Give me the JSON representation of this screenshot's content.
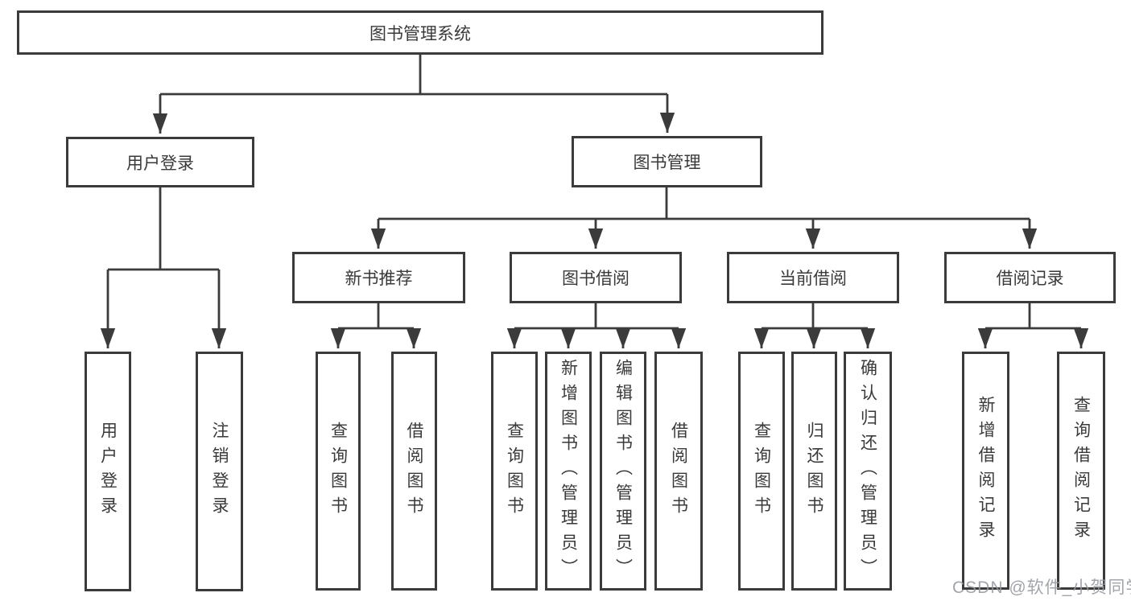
{
  "diagram": {
    "root": {
      "label": "图书管理系统"
    },
    "user_login": {
      "label": "用户登录",
      "children": [
        {
          "label": "用户登录"
        },
        {
          "label": "注销登录"
        }
      ]
    },
    "book_mgmt": {
      "label": "图书管理"
    },
    "new_book_rec": {
      "label": "新书推荐",
      "children": [
        {
          "label": "查询图书"
        },
        {
          "label": "借阅图书"
        }
      ]
    },
    "book_borrow": {
      "label": "图书借阅",
      "children": [
        {
          "label": "查询图书"
        },
        {
          "label": "新增图书（管理员）"
        },
        {
          "label": "编辑图书（管理员）"
        },
        {
          "label": "借阅图书"
        }
      ]
    },
    "current_borrow": {
      "label": "当前借阅",
      "children": [
        {
          "label": "查询图书"
        },
        {
          "label": "归还图书"
        },
        {
          "label": "确认归还（管理员）"
        }
      ]
    },
    "borrow_records": {
      "label": "借阅记录",
      "children": [
        {
          "label": "新增借阅记录"
        },
        {
          "label": "查询借阅记录"
        }
      ]
    },
    "colors": {
      "line": "#3b3b3b",
      "box_border": "#3b3b3b",
      "text": "#3a3a3a",
      "background": "#ffffff",
      "watermark": "#9499a0"
    }
  },
  "watermark": {
    "text": "CSDN @软件_小贺同学"
  }
}
